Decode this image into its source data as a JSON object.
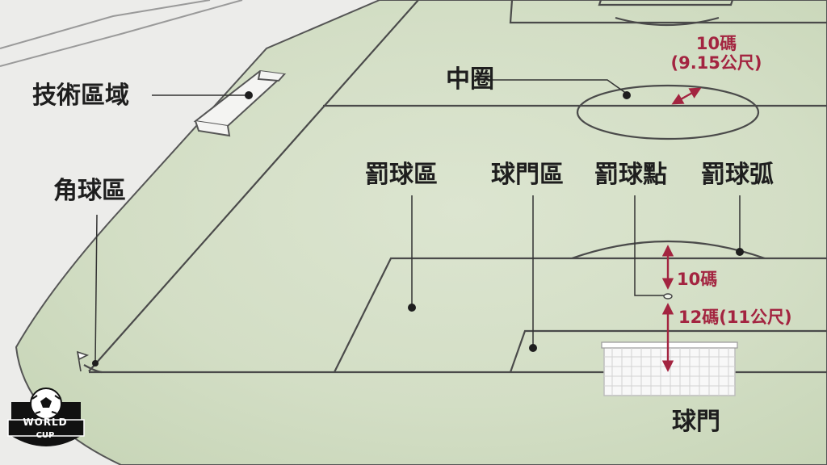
{
  "labels": {
    "technical_area": "技術區域",
    "corner_area": "角球區",
    "center_circle": "中圈",
    "penalty_area": "罰球區",
    "goal_area": "球門區",
    "penalty_spot": "罰球點",
    "penalty_arc": "罰球弧",
    "goal": "球門"
  },
  "dimensions": {
    "center_circle_radius_line1": "10碼",
    "center_circle_radius_line2": "(9.15公尺)",
    "arc_distance": "10碼",
    "spot_distance": "12碼(11公尺)"
  },
  "logo": {
    "line1": "WORLD",
    "line2": "CUP"
  },
  "colors": {
    "pitch": "#d3dec5",
    "line": "#4a4a4a",
    "accent": "#a32440",
    "background": "#ececea"
  }
}
